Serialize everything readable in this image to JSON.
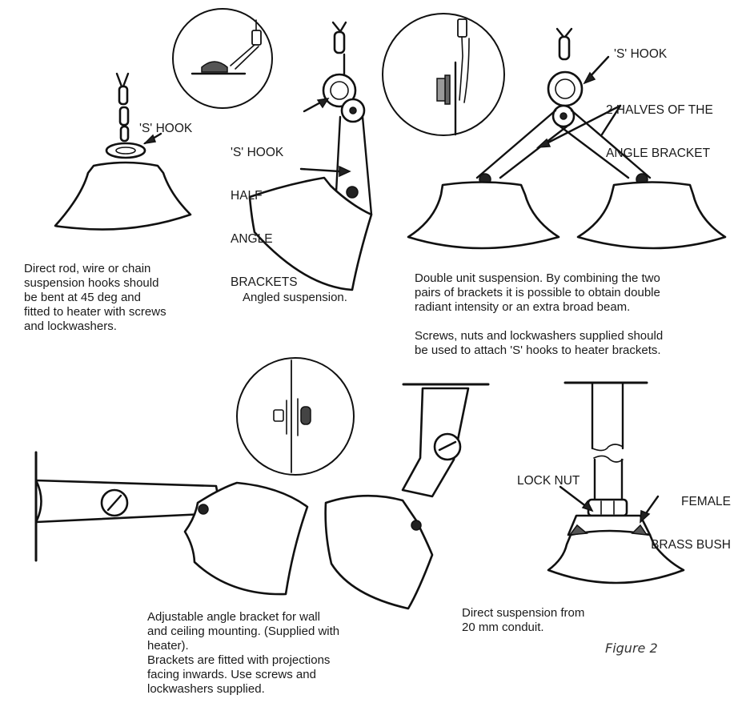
{
  "labels": {
    "s_hook_1": "'S' HOOK",
    "s_hook_half_1": "'S' HOOK",
    "s_hook_half_2": "HALF",
    "s_hook_half_3": "ANGLE",
    "s_hook_half_4": "BRACKETS",
    "s_hook_3": "'S' HOOK",
    "halves_1": "2 HALVES OF THE",
    "halves_2": "ANGLE BRACKET",
    "lock_nut": "LOCK NUT",
    "female_1": "FEMALE",
    "female_2": "BRASS BUSH"
  },
  "captions": {
    "direct_rod": [
      "Direct rod, wire or chain",
      "suspension hooks should",
      "be bent at 45 deg and",
      "fitted to heater with screws",
      "and lockwashers."
    ],
    "angled": [
      "Angled suspension."
    ],
    "double_unit": [
      "Double unit suspension.  By combining the two",
      "pairs of brackets it is possible to obtain double",
      "radiant intensity or an extra broad beam."
    ],
    "screws": [
      "Screws, nuts and lockwashers supplied should",
      "be used to attach 'S' hooks to heater brackets."
    ],
    "adjustable": [
      "Adjustable angle bracket for wall",
      "and ceiling mounting.  (Supplied with",
      "heater).",
      "Brackets are fitted with projections",
      "facing inwards.  Use screws and",
      "lockwashers supplied."
    ],
    "conduit": [
      "Direct suspension from",
      "20 mm conduit."
    ]
  },
  "figure_label": "Figure 2"
}
